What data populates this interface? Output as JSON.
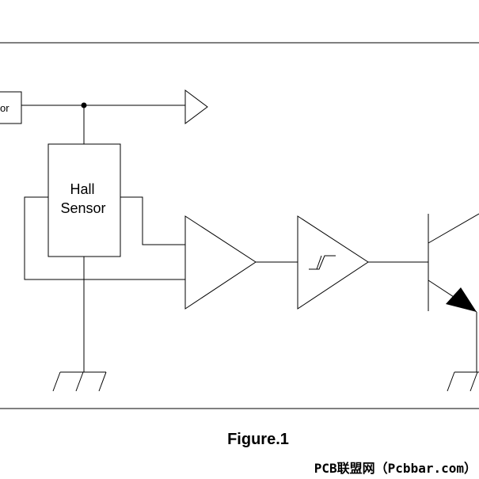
{
  "diagram": {
    "regulator_label_partial": "or",
    "hall_sensor_line1": "Hall",
    "hall_sensor_line2": "Sensor",
    "caption": "Figure.1",
    "watermark": "PCB联盟网（Pcbbar.com）"
  },
  "colors": {
    "line": "#000000",
    "watermark": "#e00000",
    "background": "#ffffff"
  }
}
